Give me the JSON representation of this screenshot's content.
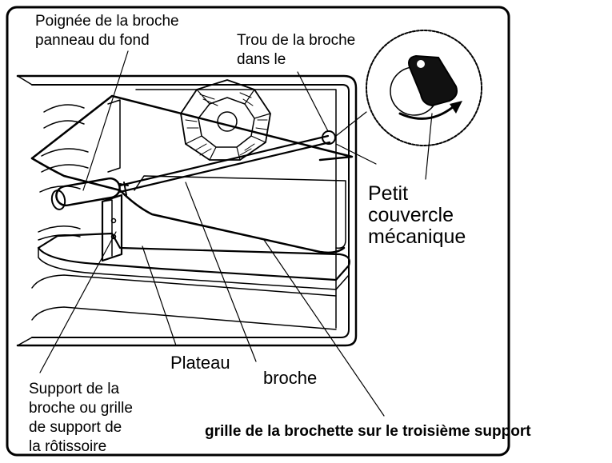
{
  "labels": {
    "spit_handle": [
      "Poignée de la broche",
      "panneau du fond"
    ],
    "spit_hole": [
      "Trou de la broche",
      "dans le"
    ],
    "small_cover": [
      "Petit",
      "couvercle",
      "mécanique"
    ],
    "tray": "Plateau",
    "spit": "broche",
    "support": [
      "Support de la",
      "broche ou grille",
      "de support de",
      "la rôtissoire"
    ],
    "skewer_rack": "grille de la brochette sur le troisième support"
  }
}
